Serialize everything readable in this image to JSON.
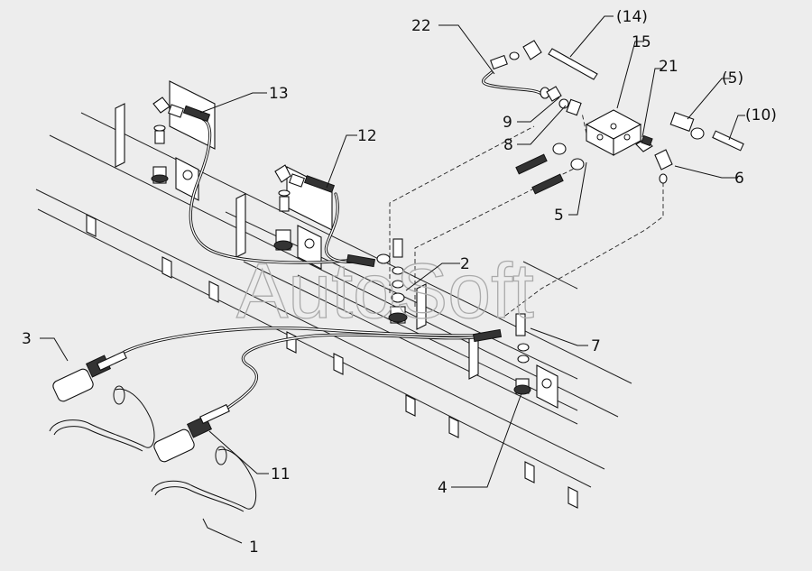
{
  "watermark": "AutoSoft",
  "callouts": {
    "c1": "1",
    "c2": "2",
    "c3": "3",
    "c4": "4",
    "c5": "5",
    "c5p": "(5)",
    "c6": "6",
    "c7": "7",
    "c8": "8",
    "c9": "9",
    "c10p": "(10)",
    "c11": "11",
    "c12": "12",
    "c13": "13",
    "c14p": "(14)",
    "c15": "15",
    "c21": "21",
    "c22": "22"
  },
  "colors": {
    "background": "#ededed",
    "line": "#111111",
    "watermark": "#aaaaaa"
  }
}
